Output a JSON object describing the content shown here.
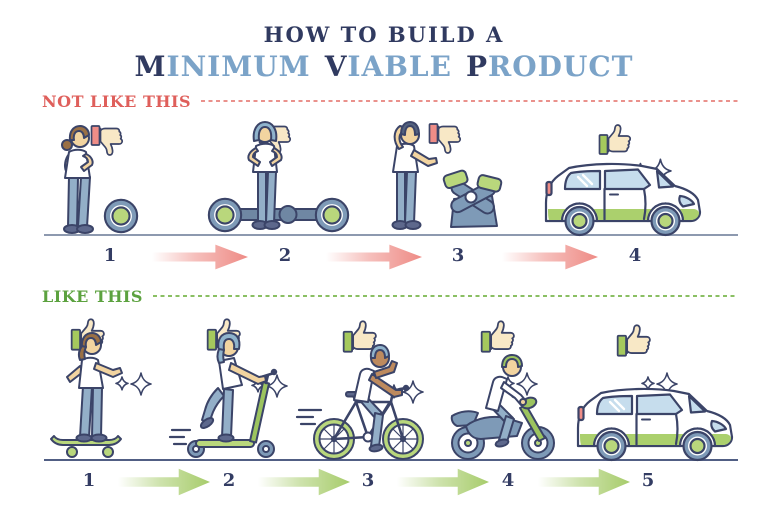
{
  "title": {
    "line1": "HOW TO BUILD A",
    "line2": [
      {
        "lead": "M",
        "rest": "INIMUM"
      },
      {
        "lead": "V",
        "rest": "IABLE"
      },
      {
        "lead": "P",
        "rest": "RODUCT"
      }
    ]
  },
  "sections": [
    {
      "label": "NOT LIKE THIS",
      "accent": "#df5f5b",
      "arrow_color": "#ee8b85",
      "steps": [
        {
          "number": "1",
          "scene": "single wheel",
          "verdict": "thumbs-down"
        },
        {
          "number": "2",
          "scene": "chassis with two wheels",
          "verdict": "thumbs-down"
        },
        {
          "number": "3",
          "scene": "pile of broken parts",
          "verdict": "thumbs-down"
        },
        {
          "number": "4",
          "scene": "finished car",
          "verdict": "thumbs-up"
        }
      ]
    },
    {
      "label": "LIKE THIS",
      "accent": "#5ca23f",
      "arrow_color": "#a7cc6b",
      "steps": [
        {
          "number": "1",
          "scene": "skateboard",
          "verdict": "thumbs-up"
        },
        {
          "number": "2",
          "scene": "kick scooter",
          "verdict": "thumbs-up"
        },
        {
          "number": "3",
          "scene": "bicycle",
          "verdict": "thumbs-up"
        },
        {
          "number": "4",
          "scene": "motorcycle",
          "verdict": "thumbs-up"
        },
        {
          "number": "5",
          "scene": "car",
          "verdict": "thumbs-up"
        }
      ]
    }
  ],
  "icons": {
    "reject": "thumbs-down",
    "approve": "thumbs-up",
    "shine": "sparkles",
    "progress": "arrow-right"
  },
  "colors": {
    "navy_outline": "#3b4468",
    "title_dark": "#303a60",
    "title_light_blue": "#7ba3c8",
    "red_label": "#df5f5b",
    "arrow_pink": "#ee8b85",
    "green_label": "#5ca23f",
    "arrow_green": "#a7cc6b",
    "leaf_green": "#b9d77c",
    "blue_gray": "#7e9ab7",
    "jeans": "#93afc8",
    "skin": "#f2d4a0",
    "window_blue": "#c6dded"
  }
}
